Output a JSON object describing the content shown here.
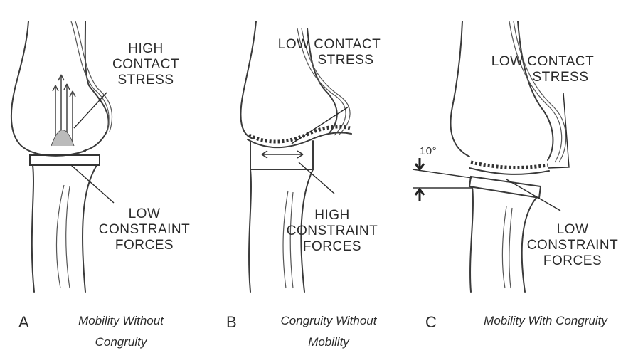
{
  "panels": [
    {
      "letter": "A",
      "caption_line1": "Mobility Without",
      "caption_line2": "Congruity",
      "top_label": [
        "HIGH",
        "CONTACT",
        "STRESS"
      ],
      "bottom_label": [
        "LOW",
        "CONSTRAINT",
        "FORCES"
      ]
    },
    {
      "letter": "B",
      "caption_line1": "Congruity Without",
      "caption_line2": "Mobility",
      "top_label": [
        "LOW CONTACT",
        "STRESS"
      ],
      "bottom_label": [
        "HIGH",
        "CONSTRAINT",
        "FORCES"
      ]
    },
    {
      "letter": "C",
      "caption_line1": "Mobility With Congruity",
      "caption_line2": "",
      "top_label": [
        "LOW CONTACT",
        "STRESS"
      ],
      "bottom_label": [
        "LOW",
        "CONSTRAINT",
        "FORCES"
      ],
      "angle_label": "10°"
    }
  ],
  "colors": {
    "ink": "#2b2b2b",
    "background": "#ffffff"
  }
}
